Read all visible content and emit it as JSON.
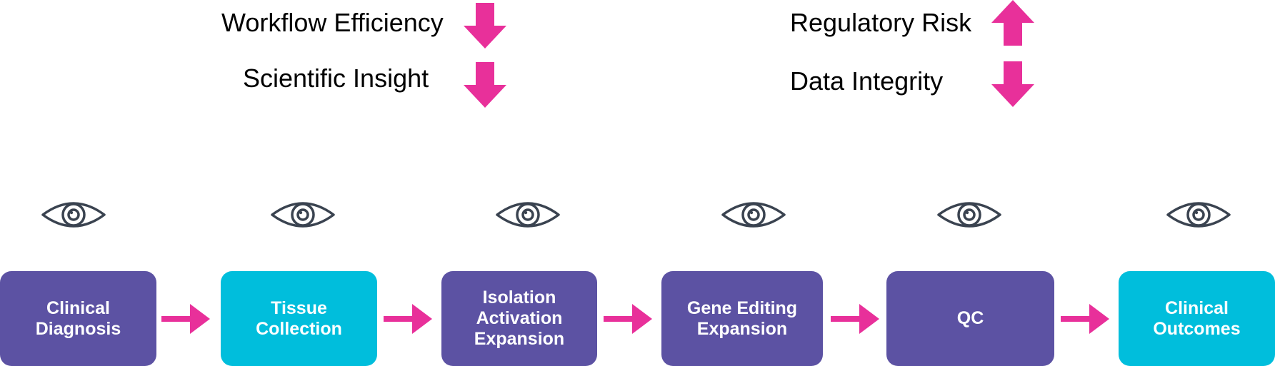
{
  "colors": {
    "arrow": "#e8309a",
    "eye_stroke": "#3a4350",
    "step_purple": "#5c52a3",
    "step_cyan": "#00bedc",
    "step_text": "#ffffff"
  },
  "metrics": [
    {
      "label": "Workflow Efficiency",
      "direction": "down"
    },
    {
      "label": "Scientific Insight",
      "direction": "down"
    },
    {
      "label": "Regulatory Risk",
      "direction": "up"
    },
    {
      "label": "Data Integrity",
      "direction": "down"
    }
  ],
  "steps": [
    {
      "label": "Clinical\nDiagnosis",
      "color": "purple"
    },
    {
      "label": "Tissue\nCollection",
      "color": "cyan"
    },
    {
      "label": "Isolation\nActivation\nExpansion",
      "color": "purple"
    },
    {
      "label": "Gene Editing\nExpansion",
      "color": "purple"
    },
    {
      "label": "QC",
      "color": "purple"
    },
    {
      "label": "Clinical\nOutcomes",
      "color": "cyan"
    }
  ],
  "icons": {
    "observation": "eye-icon",
    "flow": "right-arrow-icon",
    "metric_down": "down-arrow-icon",
    "metric_up": "up-arrow-icon"
  }
}
